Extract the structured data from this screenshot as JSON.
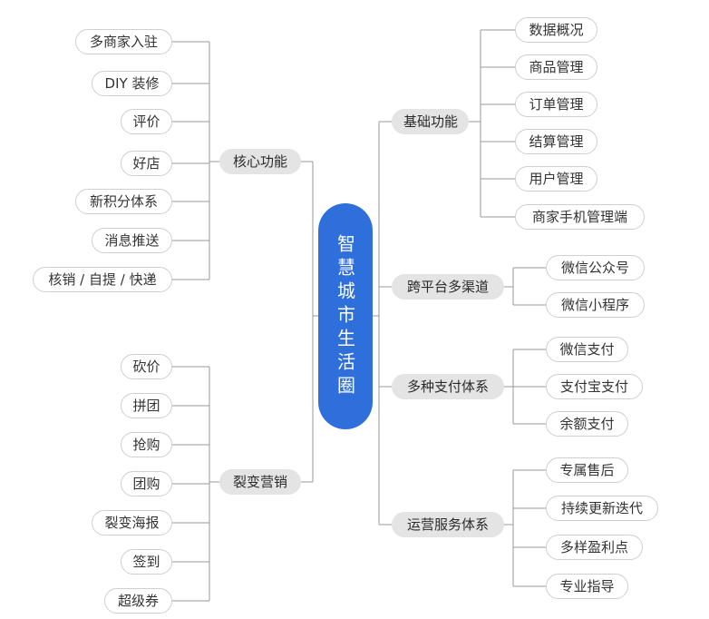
{
  "center": {
    "title": "智慧城市生活圈"
  },
  "left_branches": [
    {
      "label": "核心功能",
      "items": [
        "多商家入驻",
        "DIY 装修",
        "评价",
        "好店",
        "新积分体系",
        "消息推送",
        "核销 / 自提 / 快递"
      ]
    },
    {
      "label": "裂变营销",
      "items": [
        "砍价",
        "拼团",
        "抢购",
        "团购",
        "裂变海报",
        "签到",
        "超级券"
      ]
    }
  ],
  "right_branches": [
    {
      "label": "基础功能",
      "items": [
        "数据概况",
        "商品管理",
        "订单管理",
        "结算管理",
        "用户管理",
        "商家手机管理端"
      ]
    },
    {
      "label": "跨平台多渠道",
      "items": [
        "微信公众号",
        "微信小程序"
      ]
    },
    {
      "label": "多种支付体系",
      "items": [
        "微信支付",
        "支付宝支付",
        "余额支付"
      ]
    },
    {
      "label": "运营服务体系",
      "items": [
        "专属售后",
        "持续更新迭代",
        "多样盈利点",
        "专业指导"
      ]
    }
  ],
  "colors": {
    "center_fill": "#2f6fdc",
    "branch_fill": "#e4e4e4",
    "leaf_border": "#cfcfcf",
    "line": "#9a9a9a"
  }
}
